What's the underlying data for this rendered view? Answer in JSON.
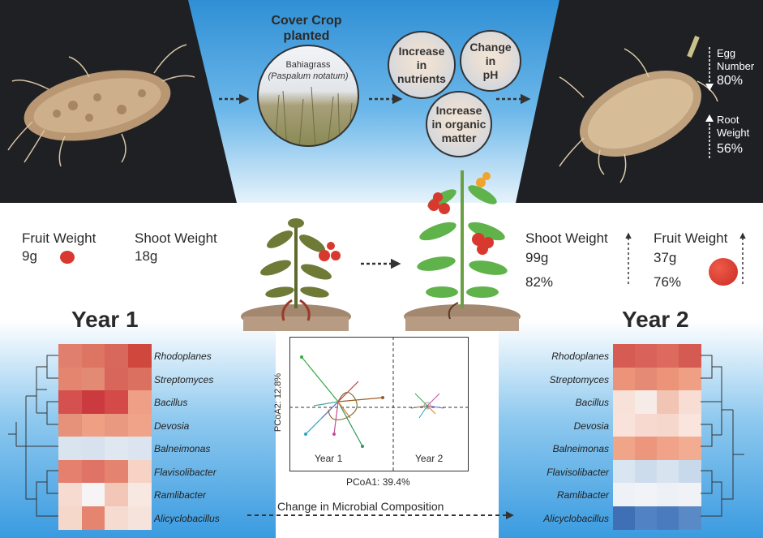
{
  "top": {
    "cover_crop_title_1": "Cover Crop",
    "cover_crop_title_2": "planted",
    "bahiagrass": "Bahiagrass",
    "bahiagrass_latin": "(Paspalum notatum)",
    "effects": [
      {
        "l1": "Increase",
        "l2": "in",
        "l3": "nutrients"
      },
      {
        "l1": "Change",
        "l2": "in",
        "l3": "pH"
      },
      {
        "l1": "Increase",
        "l2": "in organic",
        "l3": "matter"
      }
    ],
    "egg_label_1": "Egg",
    "egg_label_2": "Number",
    "egg_value": "80%",
    "root_label_1": "Root",
    "root_label_2": "Weight",
    "root_value": "56%"
  },
  "year1_plant": {
    "fruit_label": "Fruit Weight",
    "fruit_value": "9g",
    "shoot_label": "Shoot Weight",
    "shoot_value": "18g"
  },
  "year2_plant": {
    "shoot_label": "Shoot Weight",
    "shoot_value": "99g",
    "shoot_pct": "82%",
    "fruit_label": "Fruit Weight",
    "fruit_value": "37g",
    "fruit_pct": "76%"
  },
  "colors": {
    "dark_panel": "#1e2024",
    "blue_gradient": "#5aaee3",
    "arrow": "#333333",
    "tomato_red": "#d9382e",
    "heat_high": "#d0473e",
    "heat_low": "#3f6fb5"
  },
  "heatmaps": {
    "year1": {
      "title": "Year 1",
      "genera": [
        "Rhodoplanes",
        "Streptomyces",
        "Bacillus",
        "Devosia",
        "Balneimonas",
        "Flavisolibacter",
        "Ramlibacter",
        "Alicyclobacillus"
      ],
      "cells": [
        [
          "#e07f6d",
          "#de7563",
          "#d8685b",
          "#d0473e"
        ],
        [
          "#e48570",
          "#e28a73",
          "#d8665a",
          "#db6f60"
        ],
        [
          "#d55150",
          "#cb3a3e",
          "#d34a48",
          "#ef9f86"
        ],
        [
          "#e69179",
          "#ee9f84",
          "#e89980",
          "#f0a389"
        ],
        [
          "#d9e4ef",
          "#d7e2ee",
          "#dfe7f0",
          "#dce5ef"
        ],
        [
          "#e57f6e",
          "#df7466",
          "#e48470",
          "#f6d3c4"
        ],
        [
          "#f6dbd0",
          "#f6f4f4",
          "#f3c7b7",
          "#f8e8e2"
        ],
        [
          "#f6d8cb",
          "#e5846f",
          "#f6dbd0",
          "#f6e4dc"
        ]
      ]
    },
    "year2": {
      "title": "Year 2",
      "genera": [
        "Rhodoplanes",
        "Streptomyces",
        "Bacillus",
        "Devosia",
        "Balneimonas",
        "Flavisolibacter",
        "Ramlibacter",
        "Alicyclobacillus"
      ],
      "cells": [
        [
          "#d65b52",
          "#d9635a",
          "#dc6b5e",
          "#d45a52"
        ],
        [
          "#eb9479",
          "#e58a74",
          "#eb9479",
          "#ee9f84"
        ],
        [
          "#f7e1d8",
          "#f5ece8",
          "#f2c4b3",
          "#f7ddd3"
        ],
        [
          "#f8e2da",
          "#f7d9cf",
          "#f6d7cb",
          "#f9e5de"
        ],
        [
          "#f0a488",
          "#ec977d",
          "#f0a389",
          "#f2ac91"
        ],
        [
          "#d9e5f0",
          "#cddcec",
          "#d7e3ef",
          "#c8d9eb"
        ],
        [
          "#eef1f5",
          "#f1f3f6",
          "#edf0f4",
          "#f0f2f5"
        ],
        [
          "#3f6fb5",
          "#5183c4",
          "#4a7bbf",
          "#5a8ac6"
        ]
      ]
    }
  },
  "pcoa": {
    "x_label": "PCoA1: 39.4%",
    "y_label": "PCoA2: 12.8%",
    "group1": "Year 1",
    "group2": "Year 2"
  },
  "bottom_caption": "Change in Microbial Composition"
}
